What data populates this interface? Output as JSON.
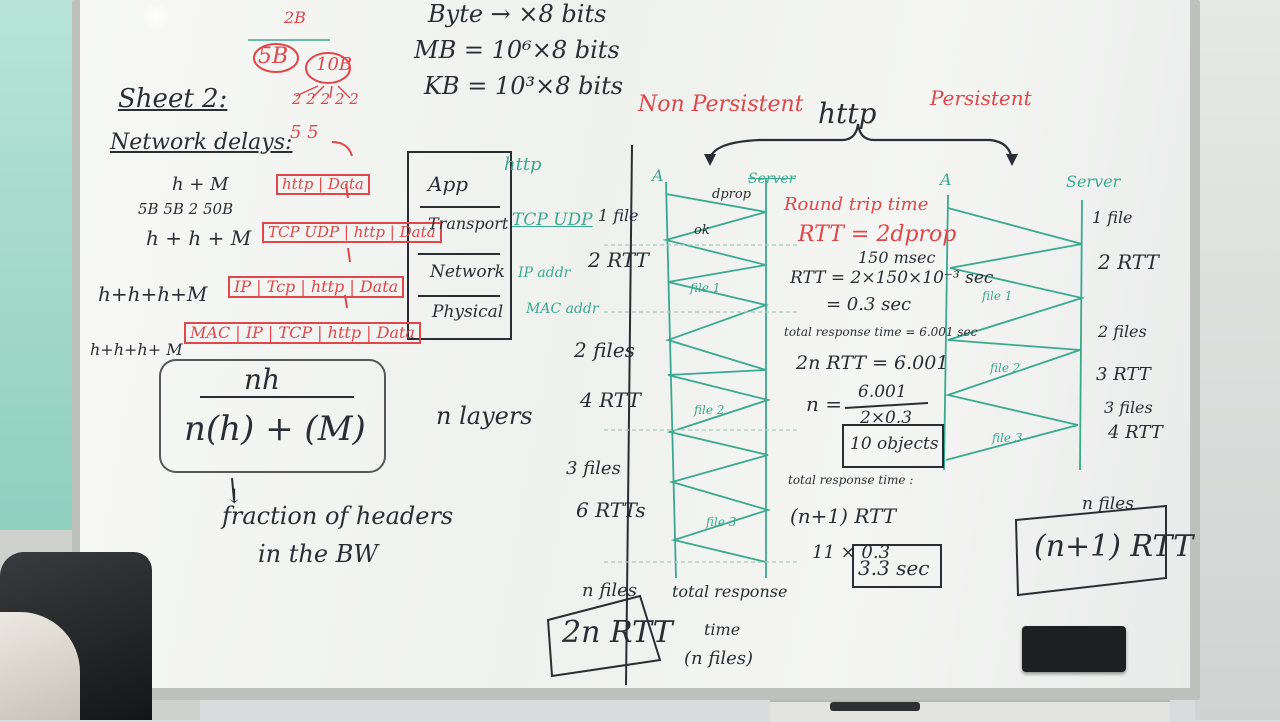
{
  "board": {
    "colors": {
      "wall": "#9fd6c8",
      "board": "#f4f5f3",
      "frame": "#c9cbc9",
      "black_ink": "#2a2d33",
      "red_ink": "#e0474a",
      "teal_ink": "#3aa98f",
      "eraser": "#1c1c1e"
    },
    "top_left": {
      "count_2b": "2B",
      "count_5b": "5B",
      "count_10b": "10B",
      "twos": "2 2 2 2 2",
      "split_5": "5 5"
    },
    "units": {
      "byte": "Byte → ×8 bits",
      "mb": "MB = 10⁶×8 bits",
      "kb": "KB = 10³×8 bits"
    },
    "left_notes": {
      "sheet": "Sheet 2:",
      "network_delays": "Network delays:",
      "h_m": "h + M",
      "byte_sizes": "5B  5B  2  50B",
      "hh_m": "h + h + M",
      "hhh_m": "h+h+h+M",
      "hhhh_m": "h+h+h+ M",
      "fraction_numerator": "nh",
      "fraction_denominator": "n(h) + (M)",
      "fraction_caption_1": "fraction of headers",
      "fraction_caption_2": "in the BW",
      "arrow_glyph": "↓"
    },
    "packets": {
      "p1": [
        "http",
        "Data"
      ],
      "p2": [
        "TCP UDP",
        "http",
        "Data"
      ],
      "p3": [
        "IP",
        "Tcp",
        "http",
        "Data"
      ],
      "p4": [
        "MAC",
        "IP",
        "TCP",
        "http",
        "Data"
      ]
    },
    "stack": {
      "layers": [
        "App",
        "Transport",
        "Network",
        "Physical"
      ],
      "labels": [
        "http",
        "TCP UDP",
        "IP addr",
        "MAC addr"
      ],
      "n_layers": "n layers"
    },
    "http_header": {
      "non_persistent": "Non Persistent",
      "http": "http",
      "persistent": "Persistent"
    },
    "np_left_labels": [
      "1 file",
      "2 RTT",
      "2 files",
      "4 RTT",
      "3 files",
      "6 RTTs"
    ],
    "np_axis": {
      "a": "A",
      "server": "Server",
      "dprop": "dprop",
      "ok": "ok",
      "file1": "file 1",
      "file2": "file 2",
      "file3": "file 3"
    },
    "np_result": {
      "n_files": "n files",
      "formula": "2n RTT",
      "caption_1": "total response",
      "caption_2": "time",
      "caption_3": "(n files)"
    },
    "rtt_calc": {
      "title_1": "Round trip time",
      "title_2": "RTT = 2dprop",
      "msec": "150 msec",
      "rtt_expr": "RTT = 2×150×10⁻³ sec",
      "rtt_val": "= 0.3 sec",
      "total_resp": "total response time = 6.001 sec",
      "eq1": "2n RTT = 6.001",
      "n_eq": "n =",
      "num": "6.001",
      "den": "2×0.3",
      "objects": "10 objects",
      "total_resp2": "total response time :",
      "n1rtt": "(n+1) RTT",
      "calc": "11 × 0.3",
      "result": "3.3 sec"
    },
    "persistent": {
      "a": "A",
      "server": "Server",
      "labels": [
        "1 file",
        "2 RTT",
        "2 files",
        "3 RTT",
        "3 files",
        "4 RTT"
      ],
      "file1": "file 1",
      "file2": "file 2",
      "file3": "file 3",
      "n_files": "n files",
      "formula": "(n+1) RTT"
    }
  }
}
